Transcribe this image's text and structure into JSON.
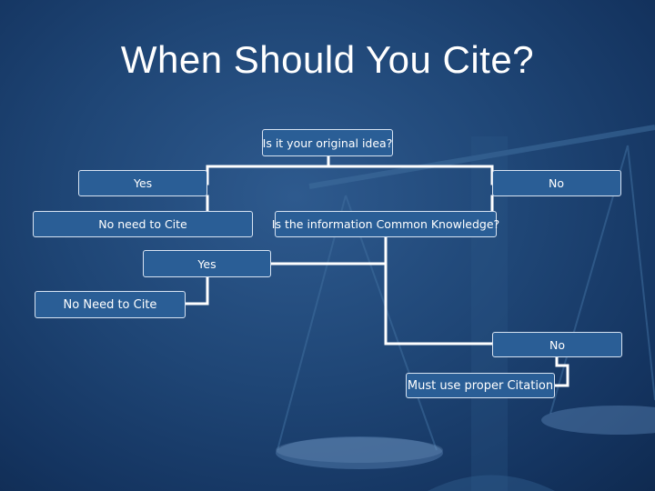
{
  "slide": {
    "title": "When Should You Cite?"
  },
  "diagram": {
    "root": "Is it your original idea?",
    "yes_1": "Yes",
    "no_1": "No",
    "no_need_1": "No need to Cite",
    "common_knowledge": "Is the information Common Knowledge?",
    "yes_2": "Yes",
    "no_need_2": "No Need to Cite",
    "no_2": "No",
    "must_cite": "Must use proper Citation"
  },
  "colors": {
    "background": "#1f4676",
    "box_fill": "#2a5e96",
    "box_border": "#d7e3f2",
    "connector": "#ffffff"
  }
}
